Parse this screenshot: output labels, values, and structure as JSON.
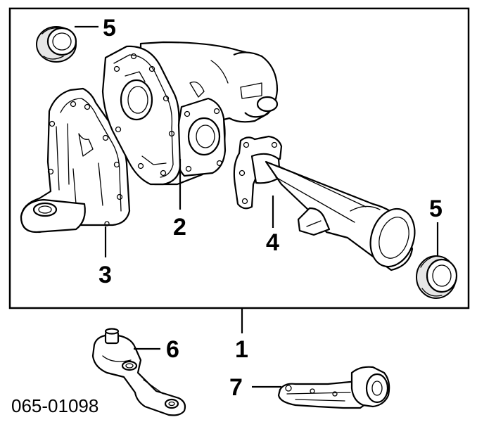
{
  "callouts": {
    "c1": "1",
    "c2": "2",
    "c3": "3",
    "c4": "4",
    "c5a": "5",
    "c5b": "5",
    "c6": "6",
    "c7": "7"
  },
  "diagram_code": "065-01098"
}
